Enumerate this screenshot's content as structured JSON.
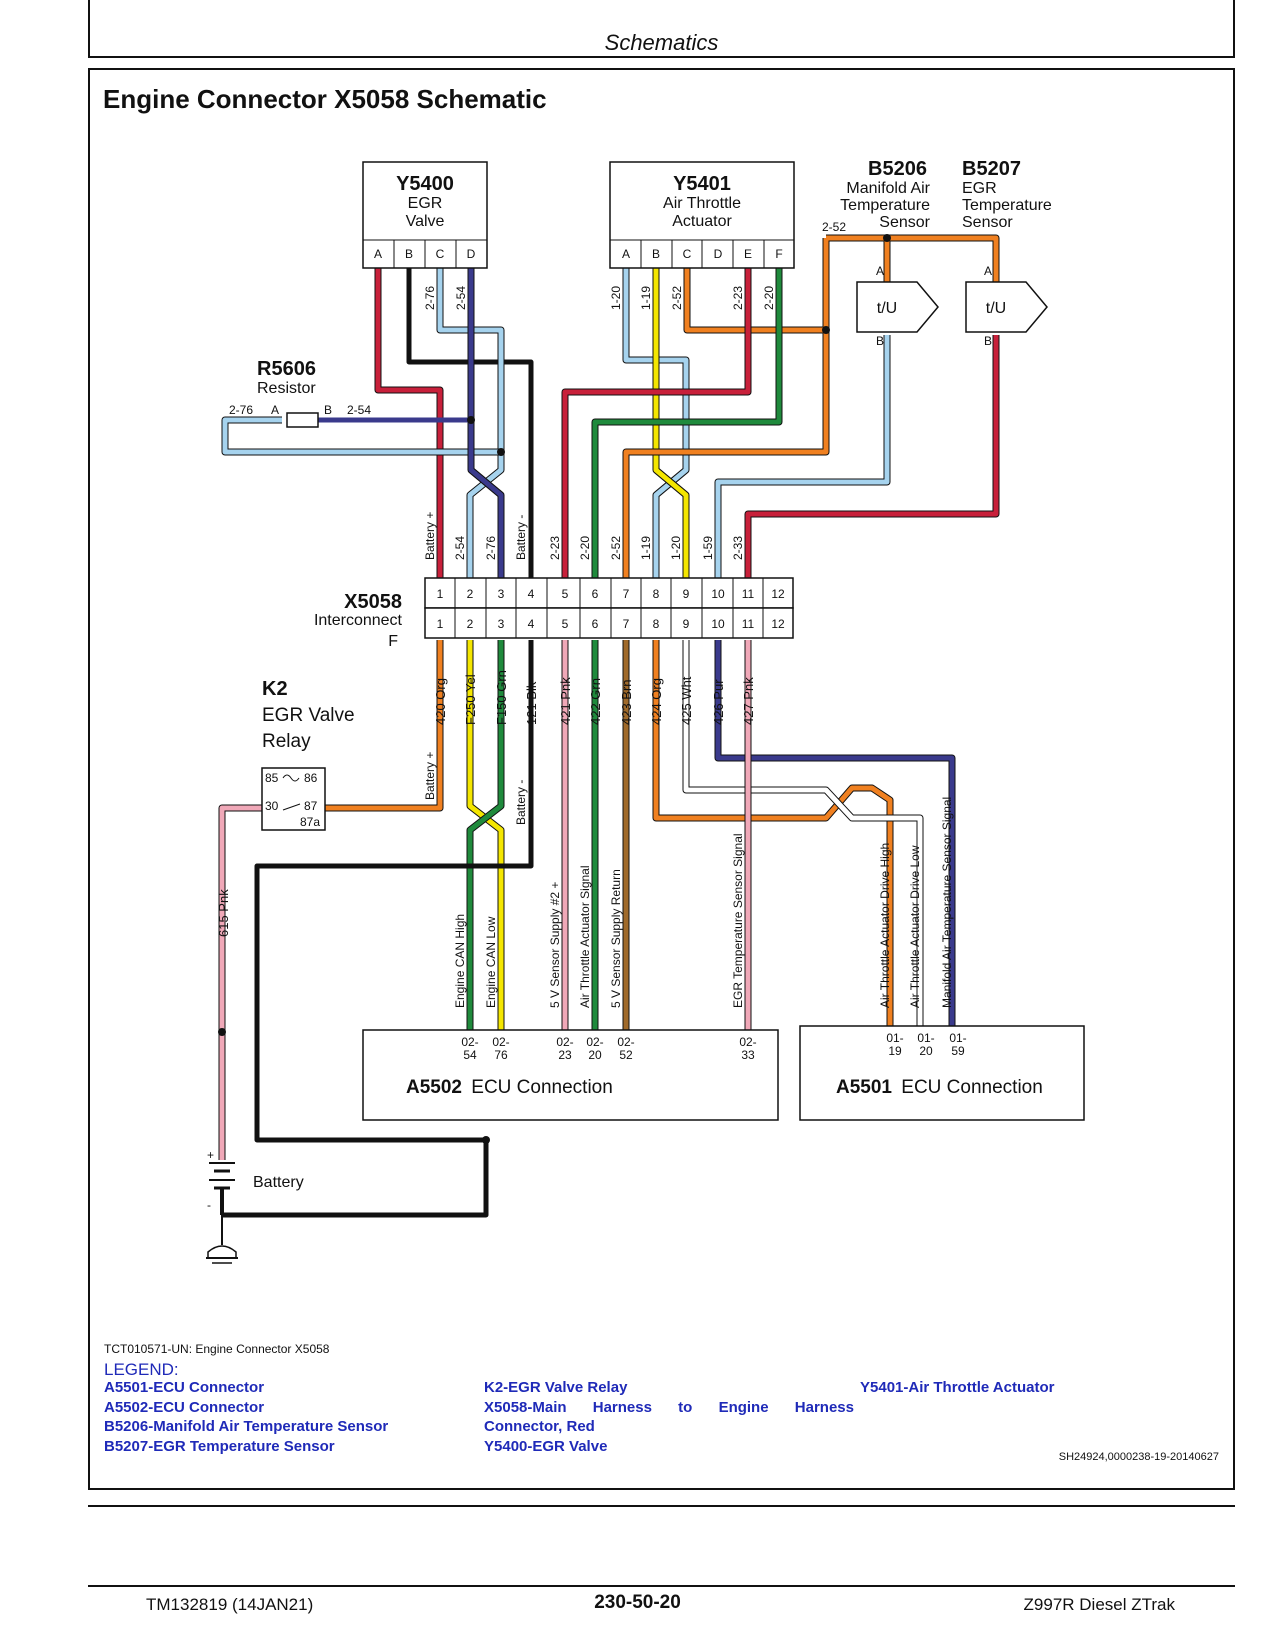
{
  "header": {
    "section": "Schematics"
  },
  "title": "Engine Connector X5058 Schematic",
  "components": {
    "y5400": {
      "ref": "Y5400",
      "name_l1": "EGR",
      "name_l2": "Valve",
      "pins": [
        "A",
        "B",
        "C",
        "D"
      ]
    },
    "y5401": {
      "ref": "Y5401",
      "name_l1": "Air Throttle",
      "name_l2": "Actuator",
      "pins": [
        "A",
        "B",
        "C",
        "D",
        "E",
        "F"
      ]
    },
    "b5206": {
      "ref": "B5206",
      "name_l1": "Manifold Air",
      "name_l2": "Temperature",
      "name_l3": "Sensor",
      "pin_a": "A",
      "pin_b": "B",
      "symbol": "t/U",
      "wire_label": "2-52"
    },
    "b5207": {
      "ref": "B5207",
      "name_l1": "EGR",
      "name_l2": "Temperature",
      "name_l3": "Sensor",
      "pin_a": "A",
      "pin_b": "B",
      "symbol": "t/U"
    },
    "r5606": {
      "ref": "R5606",
      "name": "Resistor",
      "pin_a": "A",
      "pin_b": "B",
      "wire_a": "2-76",
      "wire_b": "2-54"
    },
    "x5058": {
      "ref": "X5058",
      "name": "Interconnect",
      "suffix": "F",
      "pins": [
        "1",
        "2",
        "3",
        "4",
        "5",
        "6",
        "7",
        "8",
        "9",
        "10",
        "11",
        "12"
      ]
    },
    "k2": {
      "ref": "K2",
      "name_l1": "EGR Valve",
      "name_l2": "Relay",
      "pins": [
        "85",
        "86",
        "30",
        "87",
        "87a"
      ]
    },
    "a5502": {
      "ref": "A5502",
      "name": "ECU Connection",
      "pins": [
        "02-54",
        "02-76",
        "02-23",
        "02-20",
        "02-52",
        "02-33"
      ]
    },
    "a5501": {
      "ref": "A5501",
      "name": "ECU Connection",
      "pins": [
        "01-19",
        "01-20",
        "01-59"
      ]
    },
    "battery": {
      "name": "Battery",
      "plus": "+",
      "minus": "-"
    }
  },
  "labels": {
    "y5400_wires": [
      "2-76",
      "2-54"
    ],
    "y5401_wires": [
      "1-20",
      "1-19",
      "2-52",
      "2-23",
      "2-20"
    ],
    "x5058_top_wires": [
      "Battery +",
      "2-54",
      "2-76",
      "Battery -",
      "2-23",
      "2-20",
      "2-52",
      "1-19",
      "1-20",
      "1-59",
      "2-33"
    ],
    "x5058_bottom_wires": [
      "420 Org",
      "F250 Yel",
      "F150 Grn",
      "121 Blk",
      "421 Pnk",
      "422 Grn",
      "423 Brn",
      "424 Org",
      "425 Wht",
      "426 Pur",
      "427 Pnk"
    ],
    "lower_batt_plus": "Battery +",
    "lower_batt_minus": "Battery -",
    "relay_wire": "615 Pnk",
    "signals_a5502": [
      "Engine CAN High",
      "Engine CAN Low",
      "5 V Sensor Supply #2 +",
      "Air Throttle Actuator Signal",
      "5 V Sensor Supply Return",
      "EGR Temperature Sensor Signal"
    ],
    "signals_a5501": [
      "Air Throttle Actuator Drive High",
      "Air Throttle Actuator Drive Low",
      "Manifold Air Temperature Sensor Signal"
    ]
  },
  "caption": "TCT010571-UN: Engine Connector X5058",
  "legend": {
    "heading": "LEGEND:",
    "col1": [
      "A5501-ECU Connector",
      "A5502-ECU Connector",
      "B5206-Manifold Air Temperature Sensor",
      "B5207-EGR Temperature Sensor"
    ],
    "col2": [
      "K2-EGR Valve Relay",
      "X5058-Main Harness to Engine Harness",
      "Connector, Red",
      "Y5400-EGR Valve"
    ],
    "col3": [
      "Y5401-Air Throttle Actuator"
    ]
  },
  "figure_id": "SH24924,0000238-19-20140627",
  "footer": {
    "left": "TM132819 (14JAN21)",
    "center": "230-50-20",
    "right": "Z997R Diesel ZTrak"
  },
  "colors": {
    "red": "#c8203a",
    "black": "#111111",
    "navy": "#3a3a8c",
    "lightblue": "#a6d3ee",
    "yellow": "#f4e600",
    "green": "#1f8a3c",
    "orange": "#f08020",
    "pink": "#f0a8b8",
    "brown": "#a06a2a",
    "legend_blue": "#1f2ab8"
  }
}
